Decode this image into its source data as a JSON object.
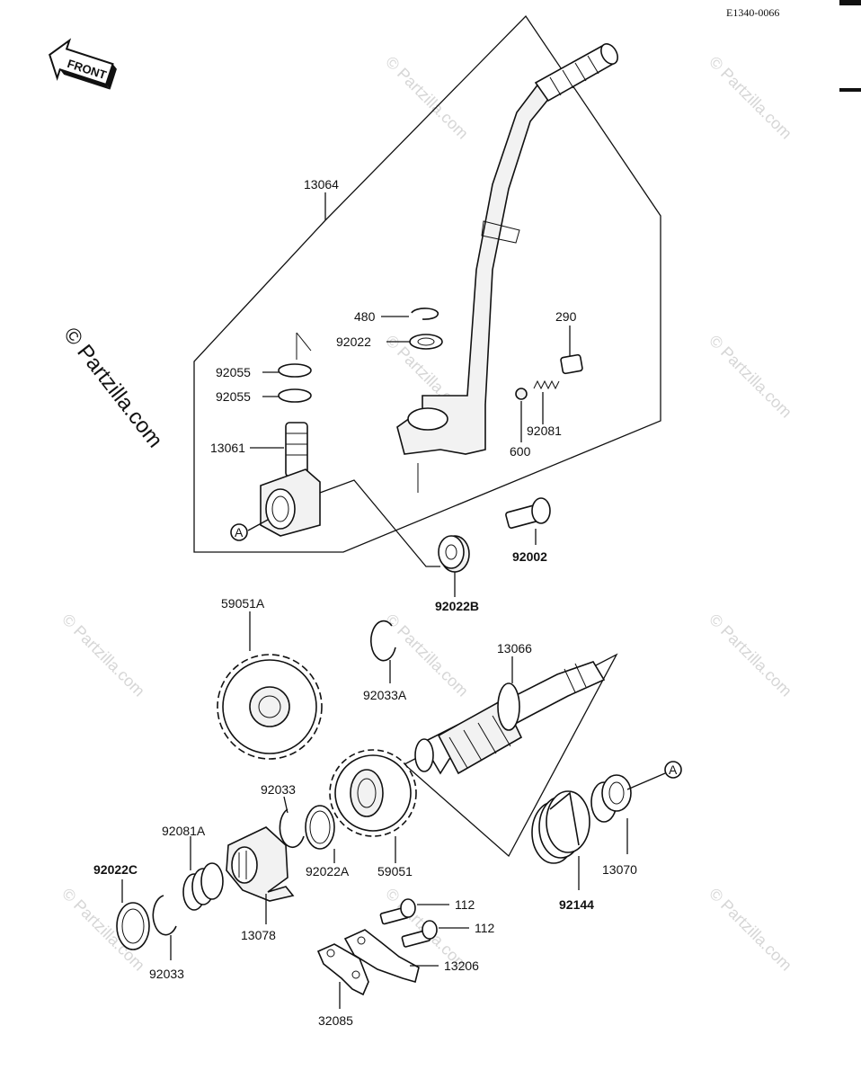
{
  "diagram_code": "E1340-0066",
  "front_label": "FRONT",
  "watermark_main": "© Partzilla.com",
  "watermark_repeat": "© Partzilla.com",
  "ref_marker": "A",
  "parts": {
    "p13064": "13064",
    "p480": "480",
    "p92022": "92022",
    "p290": "290",
    "p92055a": "92055",
    "p92055b": "92055",
    "p92081": "92081",
    "p600": "600",
    "p13061": "13061",
    "p92002": "92002",
    "p92022B": "92022B",
    "p59051A": "59051A",
    "p13066": "13066",
    "p92033A": "92033A",
    "p92033a": "92033",
    "p92081A": "92081A",
    "p92022C": "92022C",
    "p92022A": "92022A",
    "p59051": "59051",
    "p13070": "13070",
    "p92144": "92144",
    "p13078": "13078",
    "p92033b": "92033",
    "p112a": "112",
    "p112b": "112",
    "p13206": "13206",
    "p32085": "32085"
  }
}
